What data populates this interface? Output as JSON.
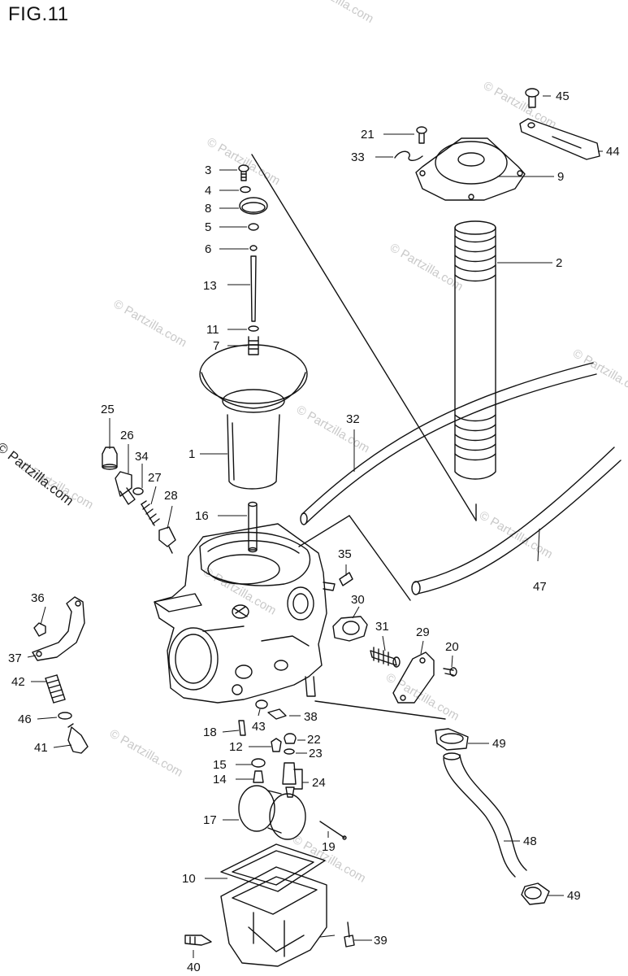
{
  "figure": {
    "title": "FIG.11",
    "side_watermark": "© Partzilla.com",
    "bg_watermark": "© Partzilla.com"
  },
  "callouts": {
    "c1": "1",
    "c2": "2",
    "c3": "3",
    "c4": "4",
    "c5": "5",
    "c6": "6",
    "c7": "7",
    "c8": "8",
    "c9": "9",
    "c10": "10",
    "c11": "11",
    "c12": "12",
    "c13": "13",
    "c14": "14",
    "c15": "15",
    "c16": "16",
    "c17": "17",
    "c18": "18",
    "c19": "19",
    "c20": "20",
    "c21": "21",
    "c22": "22",
    "c23": "23",
    "c24": "24",
    "c25": "25",
    "c26": "26",
    "c27": "27",
    "c28": "28",
    "c29": "29",
    "c30": "30",
    "c31": "31",
    "c32": "32",
    "c33": "33",
    "c34": "34",
    "c35": "35",
    "c36": "36",
    "c37": "37",
    "c38": "38",
    "c39": "39",
    "c40": "40",
    "c41": "41",
    "c42": "42",
    "c43": "43",
    "c44": "44",
    "c45": "45",
    "c46": "46",
    "c47": "47",
    "c48": "48",
    "c49a": "49",
    "c49b": "49"
  }
}
